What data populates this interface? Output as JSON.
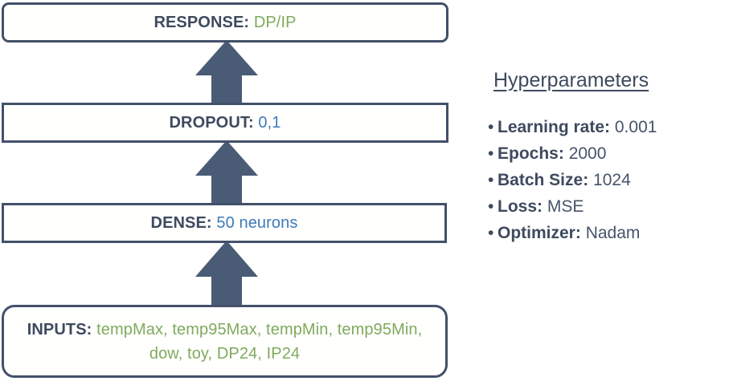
{
  "colors": {
    "outline": "#43506a",
    "arrow_fill": "#4a5b76",
    "text_dark": "#3e4a5e",
    "value_green": "#7faa5c",
    "value_blue": "#3c7bb9",
    "background": "#ffffff"
  },
  "diagram": {
    "layers": [
      {
        "id": "response",
        "key": "RESPONSE:",
        "value": "DP/IP",
        "value_color": "green"
      },
      {
        "id": "dropout",
        "key": "DROPOUT:",
        "value": "0,1",
        "value_color": "blue"
      },
      {
        "id": "dense",
        "key": "DENSE:",
        "value": "50 neurons",
        "value_color": "blue"
      },
      {
        "id": "inputs",
        "key": "INPUTS:",
        "value": "tempMax, temp95Max, tempMin, temp95Min, dow, toy, DP24, IP24",
        "value_color": "green"
      }
    ],
    "arrows": [
      {
        "id": "inputs-to-dense",
        "direction": "up"
      },
      {
        "id": "dense-to-dropout",
        "direction": "up"
      },
      {
        "id": "dropout-to-response",
        "direction": "up"
      }
    ]
  },
  "hyperparameters": {
    "title": "Hyperparameters",
    "bullet_glyph": "•",
    "items": [
      {
        "key": "Learning rate:",
        "value": "0.001"
      },
      {
        "key": "Epochs:",
        "value": "2000"
      },
      {
        "key": "Batch Size:",
        "value": "1024"
      },
      {
        "key": "Loss:",
        "value": "MSE"
      },
      {
        "key": "Optimizer:",
        "value": "Nadam"
      }
    ]
  }
}
